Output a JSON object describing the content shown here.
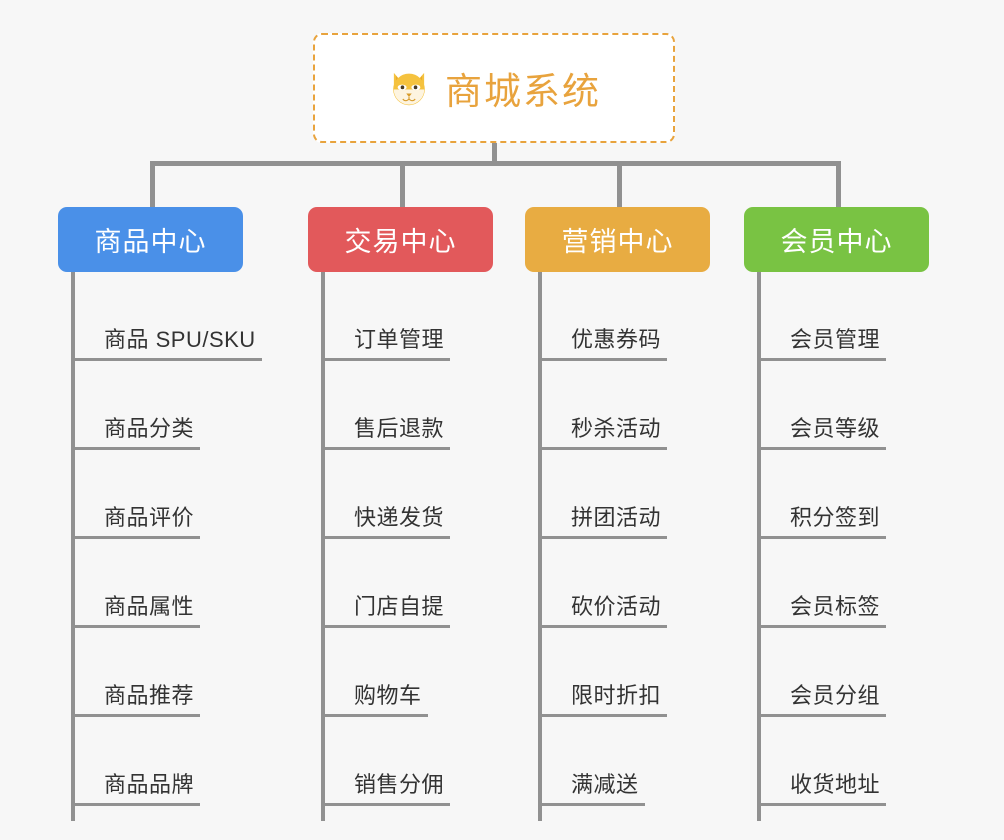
{
  "diagram": {
    "type": "org-tree",
    "background_color": "#f7f7f7",
    "line_color": "#919191"
  },
  "root": {
    "icon": "shiba-dog-face-emoji",
    "title": "商城系统",
    "text_color": "#e8a33d",
    "border_color": "#e8a33d",
    "background_color": "#ffffff"
  },
  "branches": [
    {
      "label": "商品中心",
      "color": "#4a90e8",
      "items": [
        "商品 SPU/SKU",
        "商品分类",
        "商品评价",
        "商品属性",
        "商品推荐",
        "商品品牌"
      ]
    },
    {
      "label": "交易中心",
      "color": "#e2595b",
      "items": [
        "订单管理",
        "售后退款",
        "快递发货",
        "门店自提",
        "购物车",
        "销售分佣"
      ]
    },
    {
      "label": "营销中心",
      "color": "#e8ac42",
      "items": [
        "优惠券码",
        "秒杀活动",
        "拼团活动",
        "砍价活动",
        "限时折扣",
        "满减送"
      ]
    },
    {
      "label": "会员中心",
      "color": "#79c343",
      "items": [
        "会员管理",
        "会员等级",
        "积分签到",
        "会员标签",
        "会员分组",
        "收货地址"
      ]
    }
  ]
}
